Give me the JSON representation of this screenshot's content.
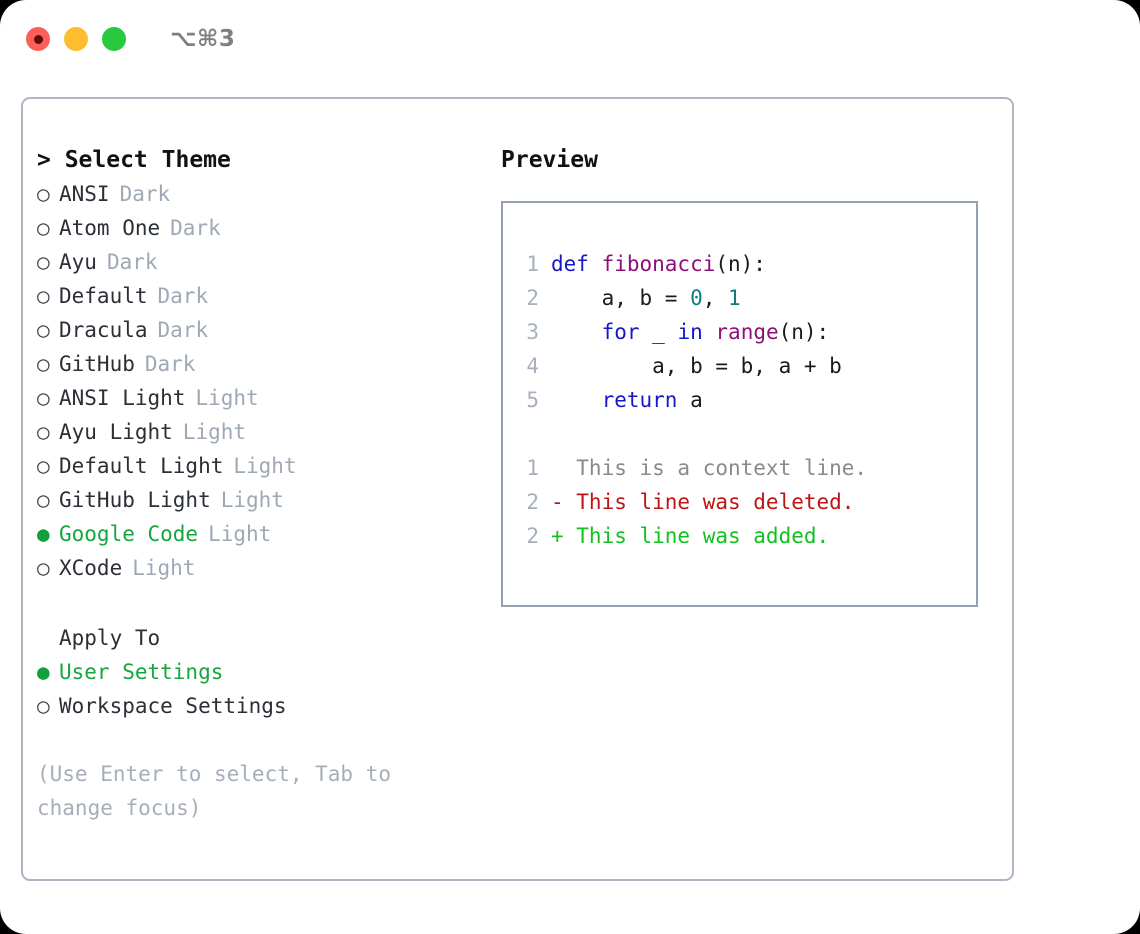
{
  "window": {
    "traffic_lights": [
      "close",
      "minimize",
      "maximize"
    ],
    "shortcut": "⌥⌘3"
  },
  "theme_picker": {
    "header": "> Select Theme",
    "items": [
      {
        "label": "ANSI",
        "tag": "Dark",
        "selected": false
      },
      {
        "label": "Atom One",
        "tag": "Dark",
        "selected": false
      },
      {
        "label": "Ayu",
        "tag": "Dark",
        "selected": false
      },
      {
        "label": "Default",
        "tag": "Dark",
        "selected": false
      },
      {
        "label": "Dracula",
        "tag": "Dark",
        "selected": false
      },
      {
        "label": "GitHub",
        "tag": "Dark",
        "selected": false
      },
      {
        "label": "ANSI Light",
        "tag": "Light",
        "selected": false
      },
      {
        "label": "Ayu Light",
        "tag": "Light",
        "selected": false
      },
      {
        "label": "Default Light",
        "tag": "Light",
        "selected": false
      },
      {
        "label": "GitHub Light",
        "tag": "Light",
        "selected": false
      },
      {
        "label": "Google Code",
        "tag": "Light",
        "selected": true
      },
      {
        "label": "XCode",
        "tag": "Light",
        "selected": false
      }
    ]
  },
  "apply_to": {
    "header": "Apply To",
    "items": [
      {
        "label": "User Settings",
        "selected": true
      },
      {
        "label": "Workspace Settings",
        "selected": false
      }
    ]
  },
  "hint": "(Use Enter to select, Tab to change focus)",
  "preview": {
    "title": "Preview",
    "code_lines": [
      {
        "num": "1",
        "tokens": [
          {
            "t": "def ",
            "c": "kw"
          },
          {
            "t": "fibonacci",
            "c": "fn"
          },
          {
            "t": "(n):",
            "c": "plain-code"
          }
        ]
      },
      {
        "num": "2",
        "tokens": [
          {
            "t": "    a, b = ",
            "c": "plain-code"
          },
          {
            "t": "0",
            "c": "num"
          },
          {
            "t": ", ",
            "c": "plain-code"
          },
          {
            "t": "1",
            "c": "num"
          }
        ]
      },
      {
        "num": "3",
        "tokens": [
          {
            "t": "    ",
            "c": "plain-code"
          },
          {
            "t": "for",
            "c": "kw"
          },
          {
            "t": " _ ",
            "c": "plain-code"
          },
          {
            "t": "in",
            "c": "kw"
          },
          {
            "t": " ",
            "c": "plain-code"
          },
          {
            "t": "range",
            "c": "fn"
          },
          {
            "t": "(n):",
            "c": "plain-code"
          }
        ]
      },
      {
        "num": "4",
        "tokens": [
          {
            "t": "        a, b = b, a + b",
            "c": "plain-code"
          }
        ]
      },
      {
        "num": "5",
        "tokens": [
          {
            "t": "    ",
            "c": "plain-code"
          },
          {
            "t": "return",
            "c": "kw"
          },
          {
            "t": " a",
            "c": "plain-code"
          }
        ]
      }
    ],
    "diff_lines": [
      {
        "num": "1",
        "text": "  This is a context line.",
        "kind": "ctx"
      },
      {
        "num": "2",
        "text": "- This line was deleted.",
        "kind": "del"
      },
      {
        "num": "2",
        "text": "+ This line was added.",
        "kind": "add"
      }
    ]
  },
  "glyphs": {
    "bullet_empty": "○",
    "bullet_filled": "●"
  },
  "colors": {
    "accent_green": "#16a63f",
    "muted": "#9fa8b5",
    "hint": "#a6aeba",
    "keyword": "#1618c8",
    "function": "#8f0f78",
    "number": "#0d7d7d",
    "diff_context": "#8a8a8a",
    "diff_deleted": "#c01414",
    "diff_added": "#11c21f",
    "border": "#aeb6c2",
    "code_border": "#93a0b0"
  }
}
